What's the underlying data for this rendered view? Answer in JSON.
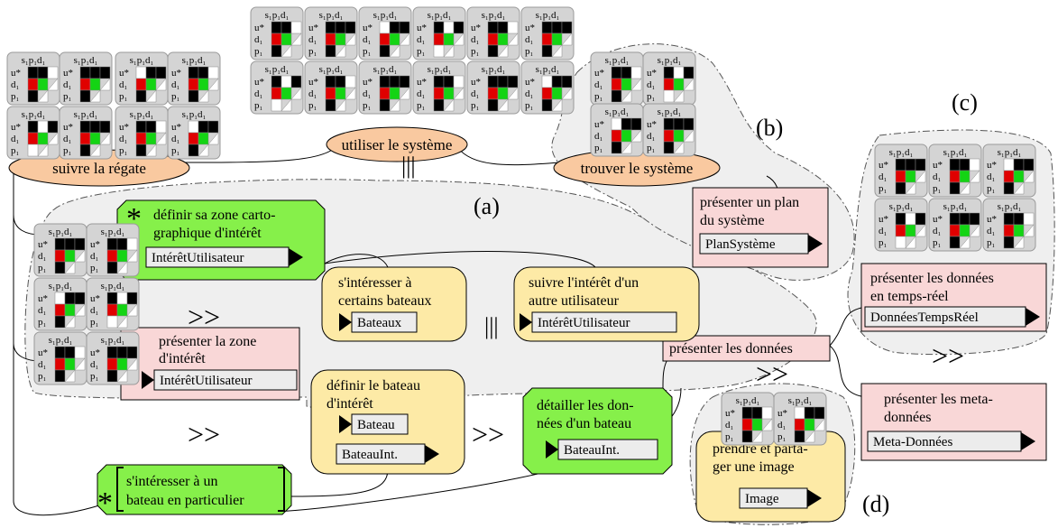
{
  "colors": {
    "task_orange": "#f9c9a0",
    "task_yellow": "#fdeaa6",
    "task_green": "#86f04a",
    "task_pink": "#f9d7d7",
    "group_bg": "#efefef",
    "matrix_red": "#e00000",
    "matrix_green": "#14d414",
    "matrix_black": "#000000"
  },
  "matrix_labels": {
    "header": "s₁p₁d₁",
    "rows": [
      "u*",
      "d₁",
      "p₁"
    ]
  },
  "group_labels": {
    "a": "(a)",
    "b": "(b)",
    "c": "(c)",
    "d": "(d)"
  },
  "operators": {
    "parallel_1": "|||",
    "parallel_2": "|||",
    "enable_1": ">>",
    "enable_2": ">>",
    "enable_3": ">>",
    "enable_4": ">>",
    "enable_5": ">>",
    "iter_1": "*",
    "iter_2": "*"
  },
  "tasks": {
    "suivre": "suivre la régate",
    "utiliser": "utiliser le système",
    "trouver": "trouver le système",
    "plan_l1": "présenter un plan",
    "plan_l2": "du système",
    "plan_obj": "PlanSystème",
    "definir_zone_l1": "définir sa zone carto-",
    "definir_zone_l2": "graphique d'intérêt",
    "definir_zone_obj": "IntérêtUtilisateur",
    "interesser_l1": "s'intéresser à",
    "interesser_l2": "certains bateaux",
    "interesser_obj": "Bateaux",
    "suivre_interet_l1": "suivre l'intérêt d'un",
    "suivre_interet_l2": "autre utilisateur",
    "suivre_interet_obj": "IntérêtUtilisateur",
    "presenter_zone_l1": "présenter la zone",
    "presenter_zone_l2": "d'intérêt",
    "presenter_zone_obj": "IntérêtUtilisateur",
    "definir_bateau_l1": "définir le bateau",
    "definir_bateau_l2": "d'intérêt",
    "definir_bateau_obj1": "Bateau",
    "definir_bateau_obj2": "BateauInt.",
    "detailler_l1": "détailler les don-",
    "detailler_l2": "nées d'un bateau",
    "detailler_obj": "BateauInt.",
    "interesser_un_l1": "s'intéresser à un",
    "interesser_un_l2": "bateau en particulier",
    "presenter_donnees": "présenter les données",
    "temps_reel_l1": "présenter les données",
    "temps_reel_l2": "en temps-réel",
    "temps_reel_obj": "DonnéesTempsRéel",
    "meta_l1": "présenter les meta-",
    "meta_l2": "données",
    "meta_obj": "Meta-Données",
    "image_l1": "prendre et parta-",
    "image_l2": "ger une image",
    "image_obj": "Image"
  }
}
